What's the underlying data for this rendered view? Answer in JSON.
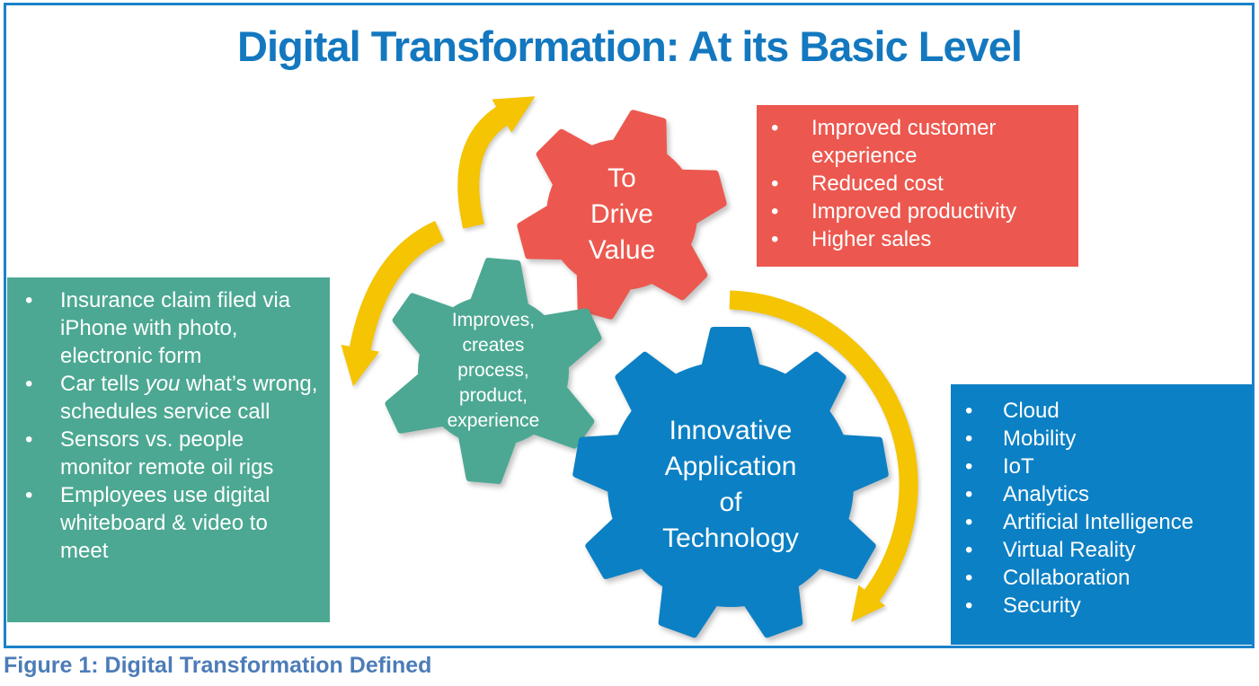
{
  "title": "Digital Transformation: At its Basic Level",
  "caption": "Figure 1: Digital Transformation Defined",
  "colors": {
    "red": "#EC584F",
    "teal": "#4CA893",
    "blue": "#0C80C4",
    "yellow": "#F5C402",
    "title_blue": "#1378BF",
    "caption_blue": "#4C7CB8",
    "frame_border": "#1A82C8",
    "text_on_fill": "#FFFFFF"
  },
  "gears": {
    "value": {
      "label": "To\nDrive\nValue"
    },
    "process": {
      "label": "Improves,\ncreates\nprocess,\nproduct,\nexperience"
    },
    "technology": {
      "label": "Innovative\nApplication\nof\nTechnology"
    }
  },
  "boxes": {
    "examples": {
      "items": [
        "Insurance claim filed via iPhone with photo, electronic form",
        {
          "pre": "Car tells ",
          "em": "you",
          "post": " what’s wrong, schedules service call"
        },
        "Sensors vs. people monitor remote oil rigs",
        "Employees use digital whiteboard & video to meet"
      ]
    },
    "outcomes": {
      "items": [
        "Improved customer experience",
        "Reduced cost",
        "Improved productivity",
        "Higher sales"
      ]
    },
    "technologies": {
      "items": [
        "Cloud",
        "Mobility",
        "IoT",
        "Analytics",
        "Artificial Intelligence",
        "Virtual Reality",
        "Collaboration",
        "Security"
      ]
    }
  }
}
